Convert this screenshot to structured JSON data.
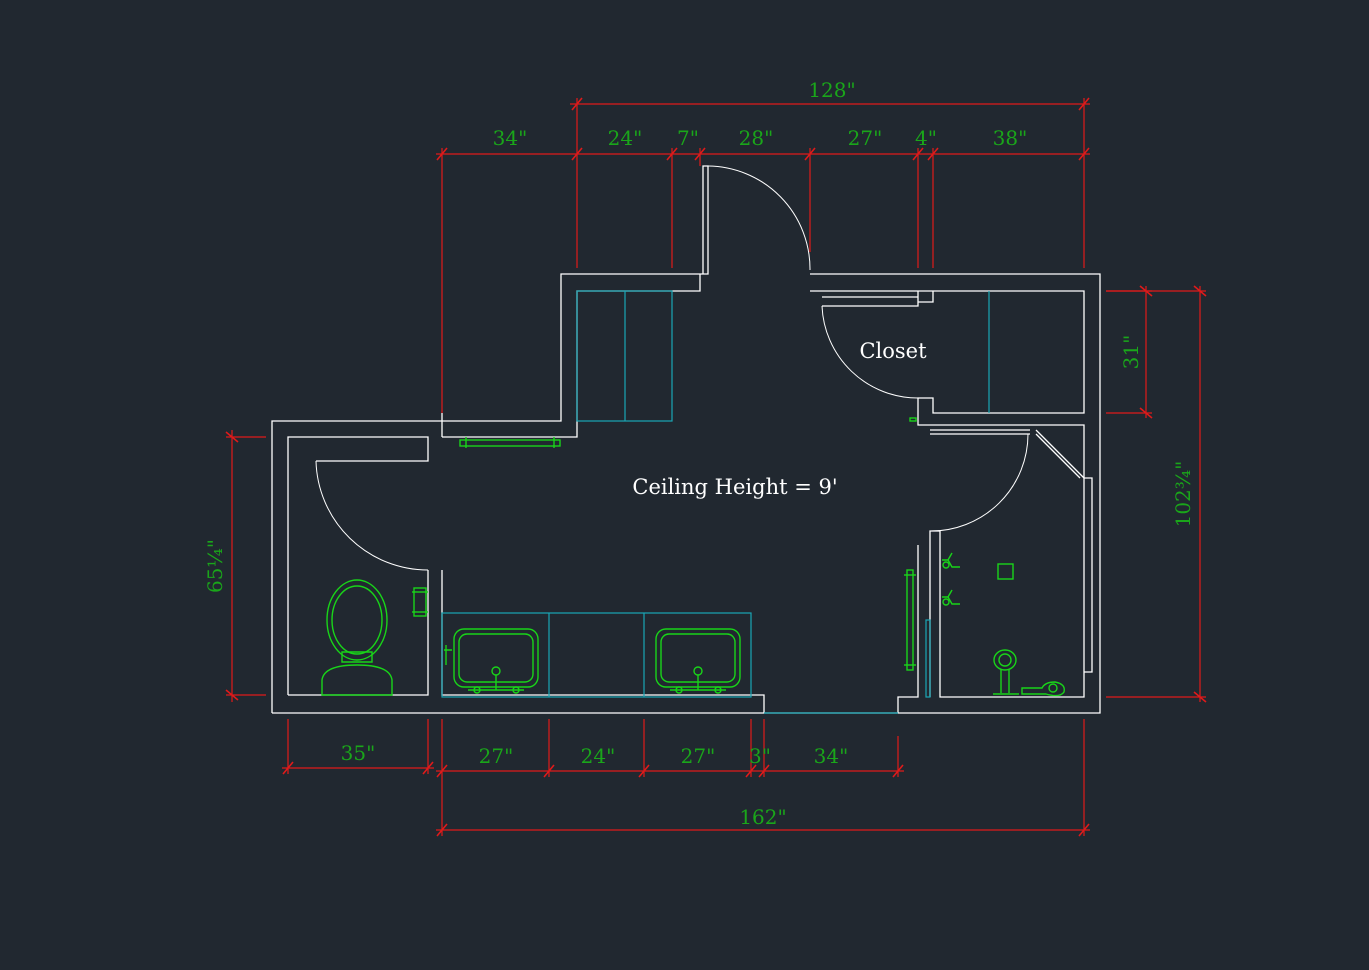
{
  "labels": {
    "closet": "Closet",
    "ceiling": "Ceiling Height = 9'"
  },
  "dimensions": {
    "top_overall": "128\"",
    "top_1": "34\"",
    "top_2": "24\"",
    "top_3": "7\"",
    "top_4": "28\"",
    "top_5": "27\"",
    "top_6": "4\"",
    "top_7": "38\"",
    "right_closet": "31\"",
    "right_overall": "102¾\"",
    "left_height": "65¼\"",
    "bottom_1": "35\"",
    "bottom_2": "27\"",
    "bottom_3": "24\"",
    "bottom_4": "27\"",
    "bottom_5": "3\"",
    "bottom_6": "34\"",
    "bottom_overall": "162\""
  },
  "colors": {
    "background": "#212830",
    "wall": "#ffffff",
    "dimension_line": "#e01a1a",
    "dimension_text": "#1aa61a",
    "fixture": "#19d419",
    "cabinet": "#1aa6b5"
  }
}
